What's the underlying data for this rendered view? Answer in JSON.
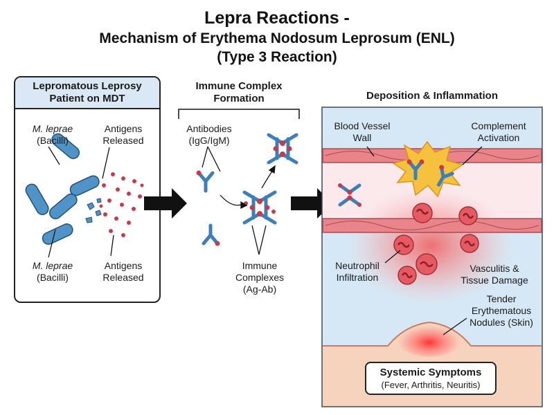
{
  "title": {
    "line1": "Lepra Reactions -",
    "line2": "Mechanism of Erythema Nodosum Leprosum (ENL)",
    "line3": "(Type 3 Reaction)"
  },
  "panel1": {
    "heading_line1": "Lepromatous Leprosy",
    "heading_line2": "Patient on MDT",
    "bacilli_top_name": "M. leprae",
    "bacilli_top_sub": "(Bacilli)",
    "antigens_top_line1": "Antigens",
    "antigens_top_line2": "Released",
    "bacilli_bottom_name": "M. leprae",
    "bacilli_bottom_sub": "(Bacilli)",
    "antigens_bottom_line1": "Antigens",
    "antigens_bottom_line2": "Released"
  },
  "panel2": {
    "heading_line1": "Immune Complex",
    "heading_line2": "Formation",
    "antibodies_line1": "Antibodies",
    "antibodies_line2": "(IgG/IgM)",
    "complexes_line1": "Immune",
    "complexes_line2": "Complexes",
    "complexes_line3": "(Ag-Ab)"
  },
  "panel3": {
    "heading": "Deposition & Inflammation",
    "vessel_line1": "Blood Vessel",
    "vessel_line2": "Wall",
    "complement_line1": "Complement",
    "complement_line2": "Activation",
    "neutrophil_line1": "Neutrophil",
    "neutrophil_line2": "Infiltration",
    "vasculitis_line1": "Vasculitis &",
    "vasculitis_line2": "Tissue Damage",
    "nodules_line1": "Tender",
    "nodules_line2": "Erythematous",
    "nodules_line3": "Nodules (Skin)",
    "systemic_line1": "Systemic Symptoms",
    "systemic_line2": "(Fever, Arthritis, Neuritis)"
  },
  "colors": {
    "bacilli": "#4f93c7",
    "antigen": "#c8394a",
    "antibody": "#3d7fb8",
    "vessel_wall": "#e9858a",
    "inflammation": "#f06a6a",
    "complement_burst": "#f6c23e",
    "tissue_bg": "#d6e8f5",
    "skin": "#f6d3bd"
  }
}
